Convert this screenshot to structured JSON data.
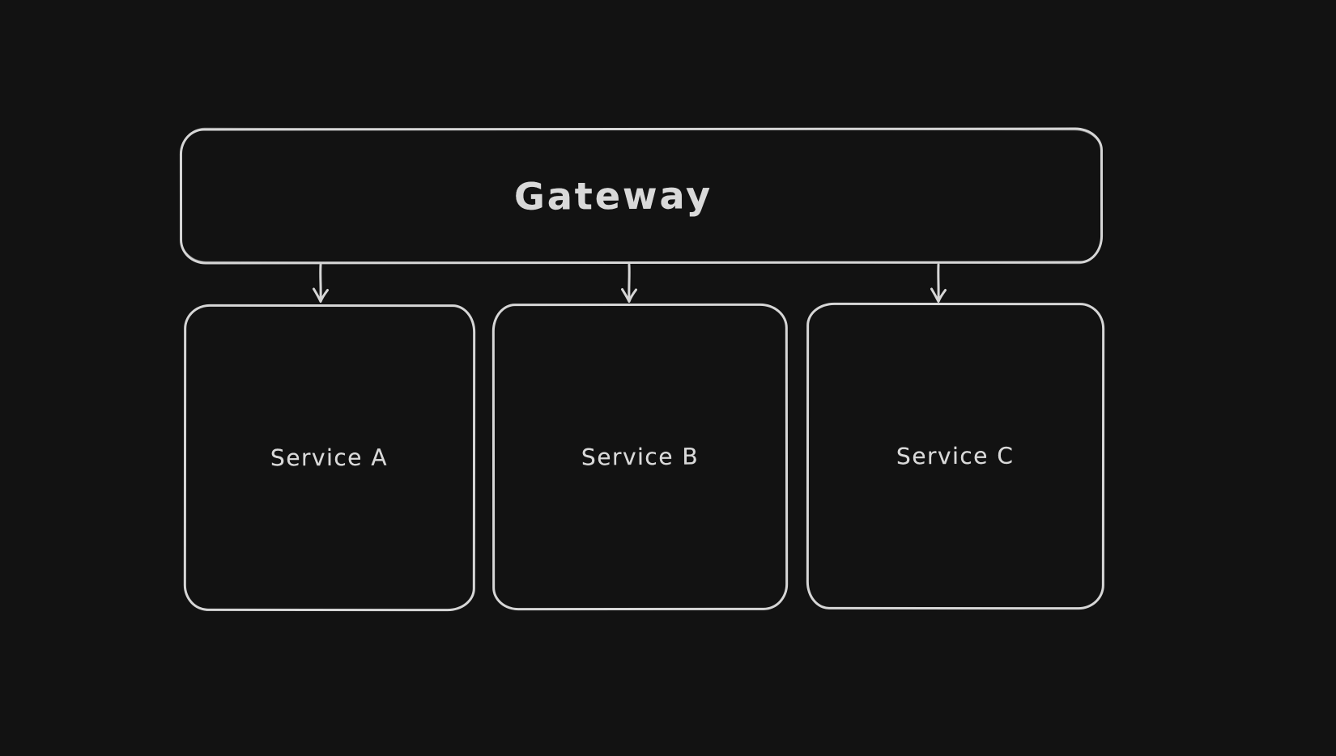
{
  "diagram": {
    "style": "hand-drawn-sketch",
    "background_color": "#121212",
    "stroke_color": "#d6d6d6",
    "text_color": "#d9d9d9",
    "nodes": [
      {
        "id": "gateway",
        "label": "Gateway",
        "shape": "rounded-rectangle"
      },
      {
        "id": "service-a",
        "label": "Service A",
        "shape": "rounded-rectangle"
      },
      {
        "id": "service-b",
        "label": "Service B",
        "shape": "rounded-rectangle"
      },
      {
        "id": "service-c",
        "label": "Service C",
        "shape": "rounded-rectangle"
      }
    ],
    "edges": [
      {
        "from": "gateway",
        "to": "service-a",
        "type": "arrow",
        "direction": "down"
      },
      {
        "from": "gateway",
        "to": "service-b",
        "type": "arrow",
        "direction": "down"
      },
      {
        "from": "gateway",
        "to": "service-c",
        "type": "arrow",
        "direction": "down"
      }
    ]
  }
}
